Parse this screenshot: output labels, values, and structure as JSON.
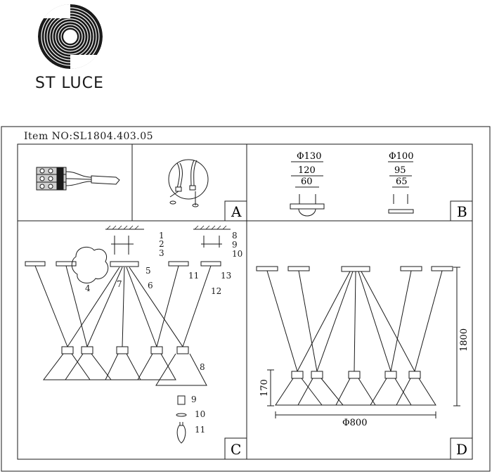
{
  "brand": {
    "name": "ST LUCE",
    "logo_icon": "spiral-logo-icon"
  },
  "item": {
    "label": "Item NO:SL1804.403.05"
  },
  "panels": {
    "a": {
      "letter": "A"
    },
    "b": {
      "letter": "B",
      "left": {
        "d1": "Φ130",
        "d2": "120",
        "d3": "60"
      },
      "right": {
        "d1": "Φ100",
        "d2": "95",
        "d3": "65"
      }
    },
    "c": {
      "letter": "C",
      "callouts": [
        "1",
        "2",
        "3",
        "4",
        "5",
        "6",
        "7",
        "8",
        "9",
        "10",
        "11",
        "12",
        "13",
        "8",
        "9",
        "10",
        "11"
      ]
    },
    "d": {
      "letter": "D",
      "height_total": "1800",
      "height_shade": "170",
      "diameter": "Φ800"
    }
  },
  "colors": {
    "line": "#1a1a1a",
    "background": "#ffffff"
  }
}
